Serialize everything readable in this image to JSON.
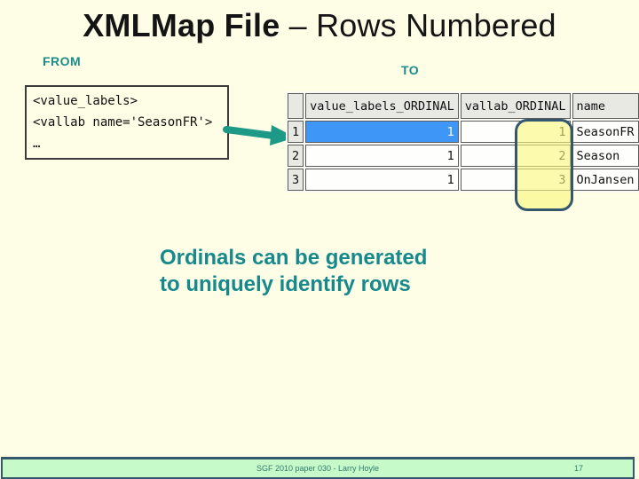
{
  "slide": {
    "title": {
      "emphasis": "XMLMap File",
      "remainder": " – Rows Numbered"
    },
    "labels": {
      "from": "FROM",
      "to": "TO"
    },
    "code_box": {
      "lines": [
        "<value_labels>",
        "<vallab name='SeasonFR'>",
        "…"
      ]
    },
    "table": {
      "columns": [
        "value_labels_ORDINAL",
        "vallab_ORDINAL",
        "name"
      ],
      "rows": [
        {
          "num": "1",
          "value_labels_ordinal": "1",
          "vallab_ordinal": "1",
          "name": "SeasonFR",
          "selected": true
        },
        {
          "num": "2",
          "value_labels_ordinal": "1",
          "vallab_ordinal": "2",
          "name": "Season",
          "selected": false
        },
        {
          "num": "3",
          "value_labels_ordinal": "1",
          "vallab_ordinal": "3",
          "name": "OnJansen",
          "selected": false
        }
      ]
    },
    "callout": {
      "line1": "Ordinals can be generated",
      "line2": "to uniquely identify rows"
    },
    "footer": {
      "text": "SGF 2010 paper 030  - Larry Hoyle",
      "page_number": "17"
    },
    "colors": {
      "background": "#FEFDE6",
      "teal_accent": "#1B8D88",
      "selected_cell_blue": "#3E97F7",
      "highlight_fill": "#FAF77D",
      "highlight_border": "#34576F",
      "footer_fill": "#C7FAC9",
      "footer_border": "#33576B"
    }
  }
}
